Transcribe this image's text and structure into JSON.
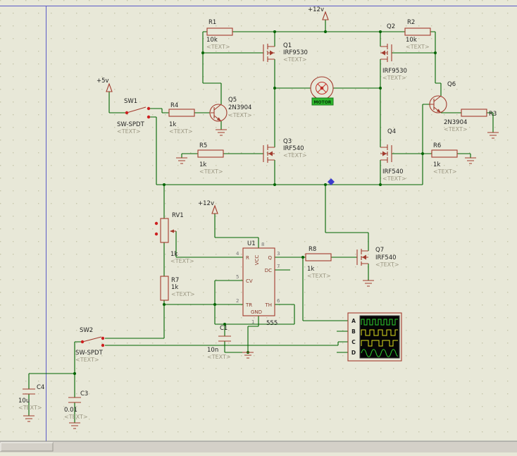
{
  "colors": {
    "sheet_bg": "#e8e8d8",
    "grid_dot": "#c6c6aa",
    "wire_green": "#006400",
    "component_red": "#a23b2e",
    "border_blue": "#5a5ac6",
    "trace_green": "#2fd02f",
    "trace_yellow": "#e0e020",
    "motor_label_bg": "#2eb82e",
    "screen_black": "#050505"
  },
  "labels": {
    "p12_top": "+12v",
    "p12_mid": "+12v",
    "p5": "+5v"
  },
  "components": {
    "R1": {
      "ref": "R1",
      "value": "10k",
      "prop": "<TEXT>"
    },
    "R2": {
      "ref": "R2",
      "value": "10k",
      "prop": "<TEXT>"
    },
    "R3": {
      "ref": "R3"
    },
    "R4": {
      "ref": "R4",
      "value": "1k",
      "prop": "<TEXT>"
    },
    "R5": {
      "ref": "R5",
      "value": "1k",
      "prop": "<TEXT>"
    },
    "R6": {
      "ref": "R6",
      "value": "1k",
      "prop": "<TEXT>"
    },
    "R7": {
      "ref": "R7",
      "value": "1k",
      "prop": "<TEXT>"
    },
    "R8": {
      "ref": "R8",
      "value": "1k",
      "prop": "<TEXT>"
    },
    "RV1": {
      "ref": "RV1",
      "value": "1k",
      "prop": "<TEXT>"
    },
    "C1": {
      "ref": "C1",
      "value": "10n",
      "prop": "<TEXT>"
    },
    "C3": {
      "ref": "C3",
      "value": "0.01",
      "prop": "<TEXT>"
    },
    "C4": {
      "ref": "C4",
      "value": "10u",
      "prop": "<TEXT>"
    },
    "Q1": {
      "ref": "Q1",
      "value": "IRF9530",
      "prop": "<TEXT>"
    },
    "Q2": {
      "ref": "Q2",
      "value": "IRF9530",
      "prop": "<TEXT>"
    },
    "Q3": {
      "ref": "Q3",
      "value": "IRF540",
      "prop": "<TEXT>"
    },
    "Q4": {
      "ref": "Q4",
      "value": "IRF540",
      "prop": "<TEXT>"
    },
    "Q5": {
      "ref": "Q5",
      "value": "2N3904",
      "prop": "<TEXT>"
    },
    "Q6": {
      "ref": "Q6",
      "value": "2N3904",
      "prop": "<TEXT>"
    },
    "Q7": {
      "ref": "Q7",
      "value": "IRF540",
      "prop": "<TEXT>"
    },
    "SW1": {
      "ref": "SW1",
      "value": "SW-SPDT",
      "prop": "<TEXT>"
    },
    "SW2": {
      "ref": "SW2",
      "value": "SW-SPDT",
      "prop": "<TEXT>"
    },
    "U1": {
      "ref": "U1",
      "part": "555"
    },
    "MOTOR": {
      "label": "MOTOR"
    }
  },
  "u1_pins": {
    "left": [
      {
        "num": "4",
        "name": "R"
      },
      {
        "num": "5",
        "name": "CV"
      },
      {
        "num": "2",
        "name": "TR"
      }
    ],
    "right": [
      {
        "num": "3",
        "name": "Q"
      },
      {
        "num": "7",
        "name": "DC"
      },
      {
        "num": "6",
        "name": "TH"
      }
    ],
    "top": {
      "num": "8",
      "name": "VCC"
    },
    "bottom": {
      "num": "1",
      "name": "GND"
    }
  },
  "scope": {
    "channels": [
      "A",
      "B",
      "C",
      "D"
    ]
  }
}
